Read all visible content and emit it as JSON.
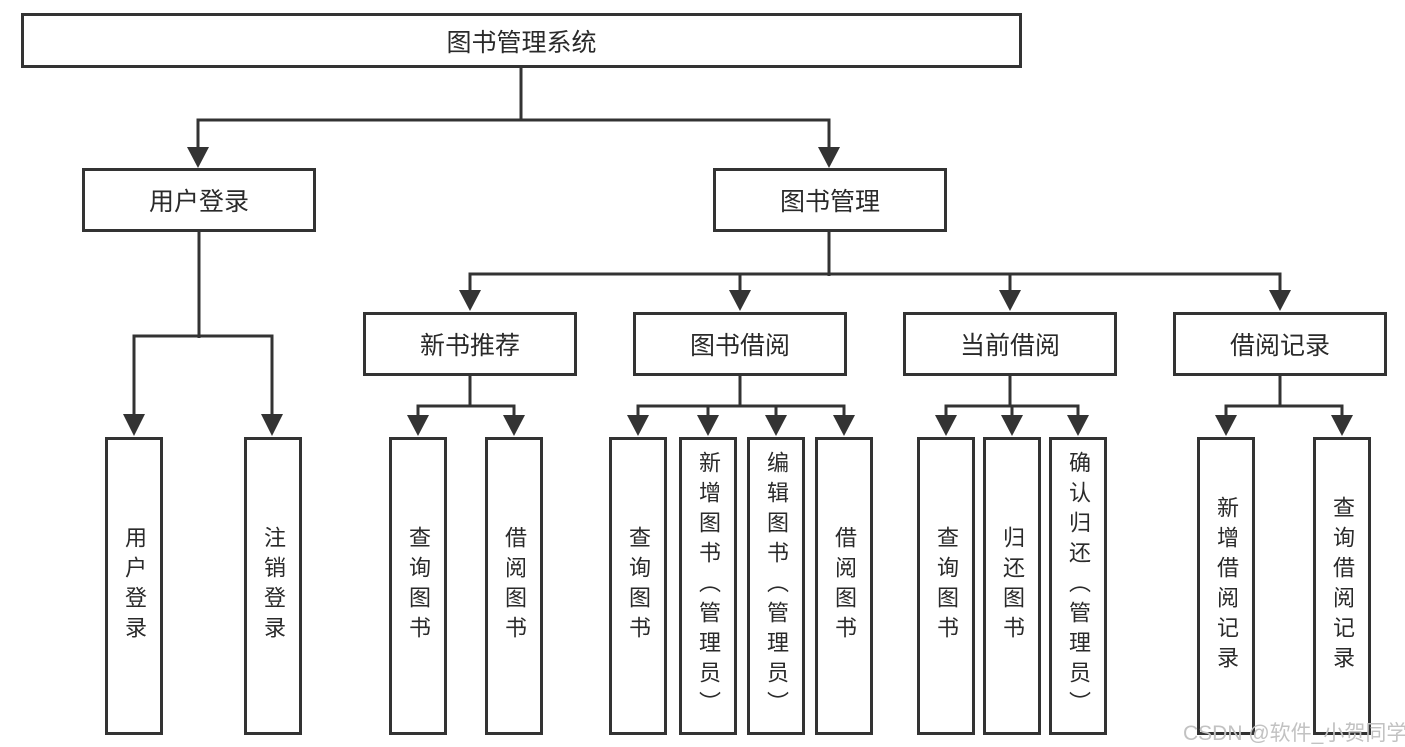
{
  "diagram": {
    "background": "#ffffff",
    "line_color": "#333333",
    "text_color": "#2a2a2a",
    "root": {
      "label": "图书管理系统"
    },
    "level2": [
      {
        "label": "用户登录",
        "parent": "图书管理系统"
      },
      {
        "label": "图书管理",
        "parent": "图书管理系统"
      }
    ],
    "level3": [
      {
        "label": "新书推荐",
        "parent": "图书管理"
      },
      {
        "label": "图书借阅",
        "parent": "图书管理"
      },
      {
        "label": "当前借阅",
        "parent": "图书管理"
      },
      {
        "label": "借阅记录",
        "parent": "图书管理"
      }
    ],
    "leaves": [
      {
        "label": "用户登录",
        "parent": "用户登录"
      },
      {
        "label": "注销登录",
        "parent": "用户登录"
      },
      {
        "label": "查询图书",
        "parent": "新书推荐"
      },
      {
        "label": "借阅图书",
        "parent": "新书推荐"
      },
      {
        "label": "查询图书",
        "parent": "图书借阅"
      },
      {
        "label": "新增图书（管理员）",
        "parent": "图书借阅"
      },
      {
        "label": "编辑图书（管理员）",
        "parent": "图书借阅"
      },
      {
        "label": "借阅图书",
        "parent": "图书借阅"
      },
      {
        "label": "查询图书",
        "parent": "当前借阅"
      },
      {
        "label": "归还图书",
        "parent": "当前借阅"
      },
      {
        "label": "确认归还（管理员）",
        "parent": "当前借阅"
      },
      {
        "label": "新增借阅记录",
        "parent": "借阅记录"
      },
      {
        "label": "查询借阅记录",
        "parent": "借阅记录"
      }
    ],
    "watermark": {
      "text": "CSDN @软件_小贺同学"
    }
  }
}
